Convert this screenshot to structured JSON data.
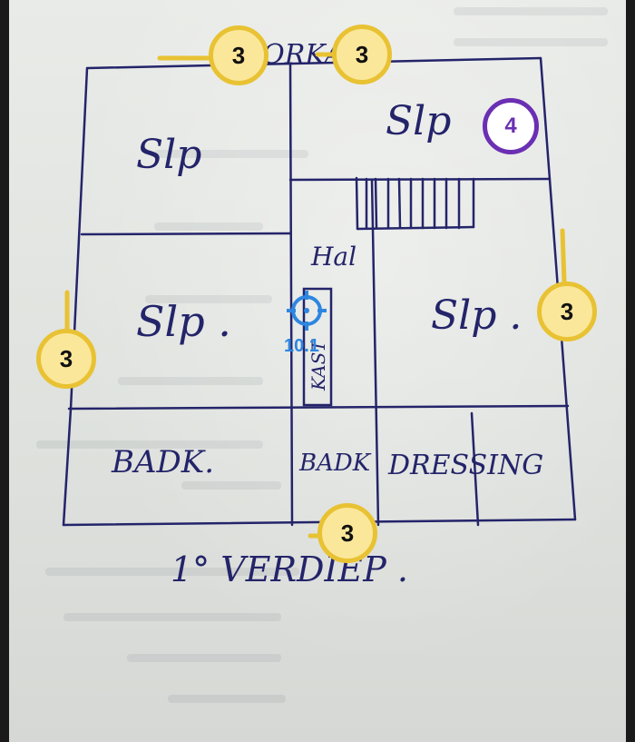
{
  "plan": {
    "top_label": "VORKANT",
    "bottom_label": "1° VERDIEP .",
    "rooms": {
      "slp_top_left": "Slp",
      "slp_top_right": "Slp",
      "slp_mid_left": "Slp .",
      "slp_mid_right": "Slp .",
      "hal": "Hal",
      "kast": "KAST",
      "badk_left": "BADK.",
      "badk_mid": "BADK",
      "dressing": "DRESSING"
    }
  },
  "badges": {
    "top_left": "3",
    "top_right": "3",
    "left": "3",
    "right": "3",
    "bottom": "3",
    "purple": "4"
  },
  "target": {
    "label": "10.1",
    "icon": "crosshair-icon"
  },
  "colors": {
    "ink": "#24246a",
    "badge_yellow": "#e8c233",
    "badge_purple": "#6b2fb3",
    "target_blue": "#2e86e0"
  }
}
